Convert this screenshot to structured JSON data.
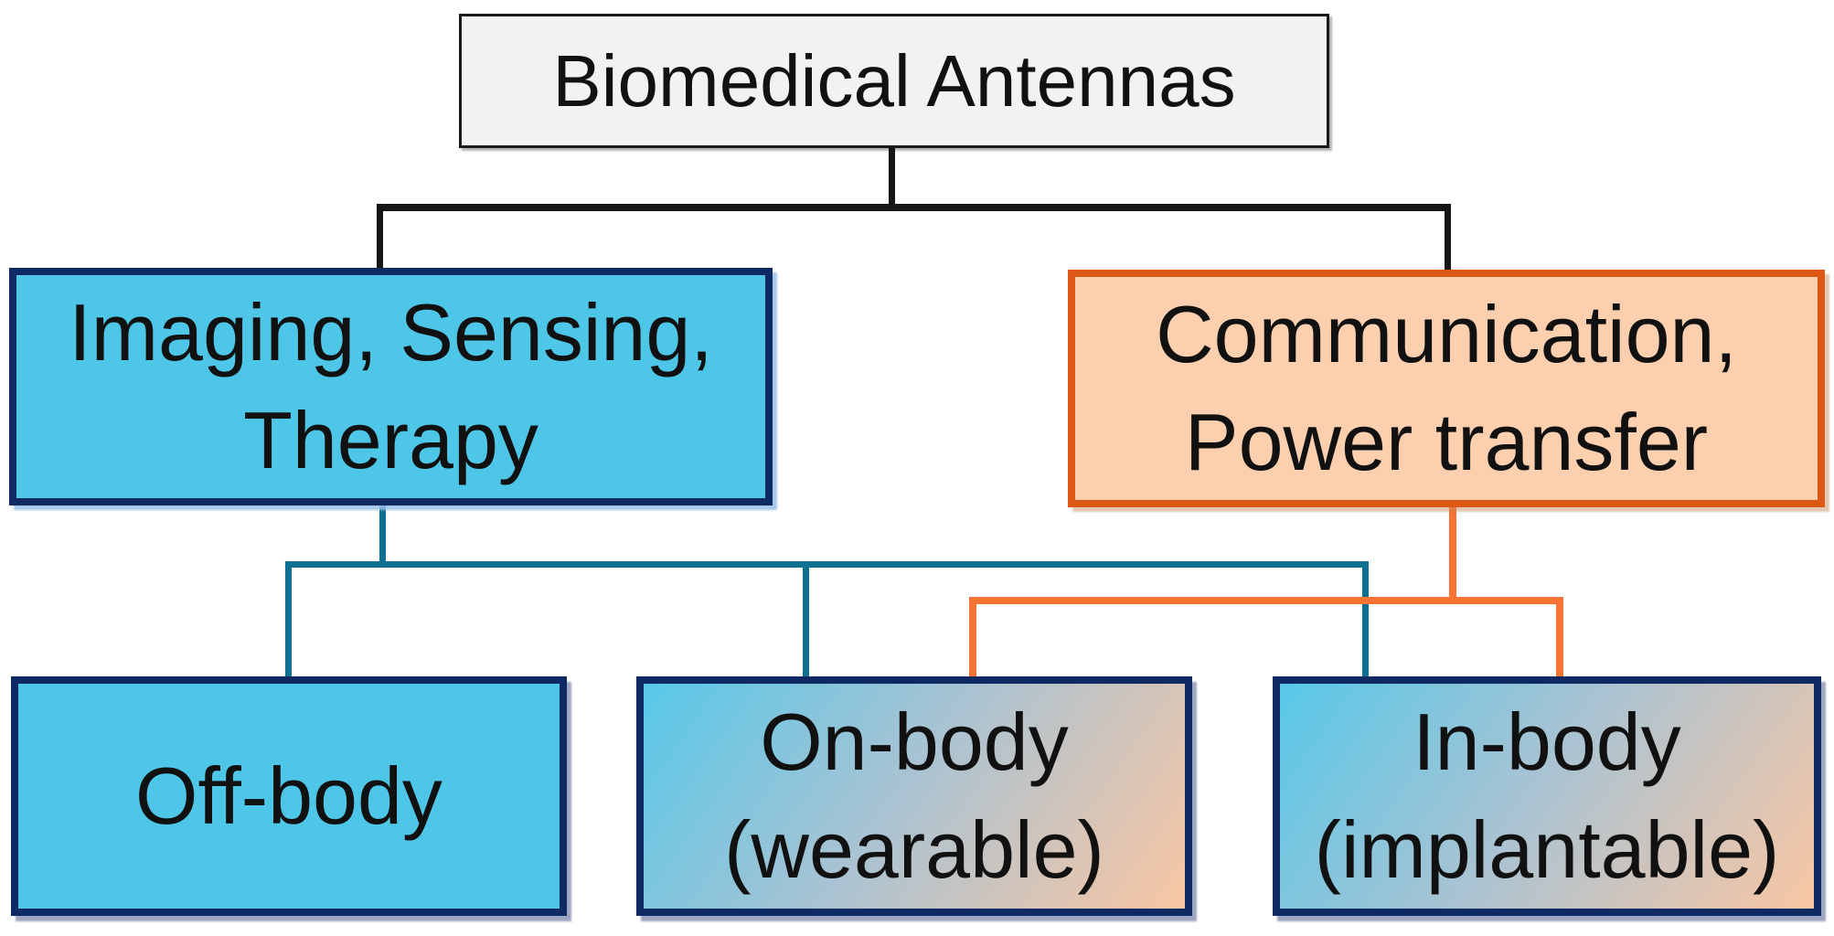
{
  "diagram": {
    "title_node": {
      "label": "Biomedical Antennas"
    },
    "level2": [
      {
        "id": "imaging",
        "label": "Imaging, Sensing,\nTherapy",
        "fill": "#4ec6e8",
        "border": "#0f2a63"
      },
      {
        "id": "communication",
        "label": "Communication,\nPower transfer",
        "fill": "#fccfae",
        "border": "#dd5814"
      }
    ],
    "level3": [
      {
        "id": "off-body",
        "label": "Off-body",
        "fill": "#4ec6e8",
        "border": "#0f2a63"
      },
      {
        "id": "on-body",
        "label": "On-body\n(wearable)",
        "fill": "gradient-blue-peach",
        "border": "#0f2a63"
      },
      {
        "id": "in-body",
        "label": "In-body\n(implantable)",
        "fill": "gradient-blue-peach",
        "border": "#0f2a63"
      }
    ],
    "edges": [
      {
        "from": "biomedical-antennas",
        "to": "imaging",
        "color": "black"
      },
      {
        "from": "biomedical-antennas",
        "to": "communication",
        "color": "black"
      },
      {
        "from": "imaging",
        "to": "off-body",
        "color": "teal"
      },
      {
        "from": "imaging",
        "to": "on-body",
        "color": "teal"
      },
      {
        "from": "imaging",
        "to": "in-body",
        "color": "teal"
      },
      {
        "from": "communication",
        "to": "on-body",
        "color": "orange"
      },
      {
        "from": "communication",
        "to": "in-body",
        "color": "orange"
      }
    ]
  },
  "colors": {
    "c-black": "#161616",
    "c-teal": "#0e7191",
    "c-orange": "#f97335",
    "navy": "#0f2a63",
    "blue-fill": "#4ec6e8",
    "peach-fill": "#fccfae",
    "orange-border": "#dd5814",
    "root-fill": "#f2f2f2",
    "root-border": "#1a1a1a",
    "grad-a": "#57c8e9",
    "grad-b": "#aac3d2",
    "grad-c": "#f9c6a3"
  }
}
